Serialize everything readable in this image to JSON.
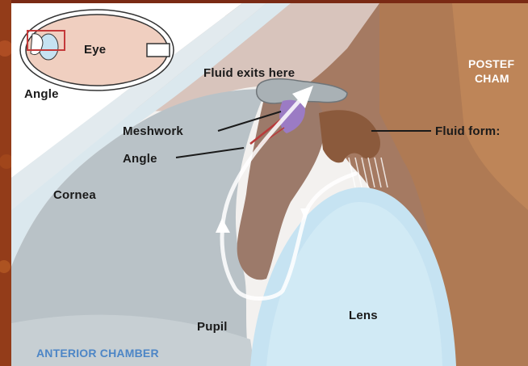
{
  "labels": {
    "eye": "Eye",
    "angle_inset": "Angle",
    "fluid_exits": "Fluid exits here",
    "posterior_line1": "POSTEF",
    "posterior_line2": "CHAM",
    "meshwork": "Meshwork",
    "angle": "Angle",
    "fluid_forms": "Fluid form:",
    "cornea": "Cornea",
    "lens": "Lens",
    "pupil": "Pupil",
    "anterior_chamber": "ANTERIOR CHAMBER"
  },
  "colors": {
    "background_frame": "#7a2a14",
    "sky": "#ffffff",
    "cornea": "#dbe8ee",
    "anterior_chamber": "#b9c2c7",
    "iris": "#9c7a6a",
    "ciliary_body": "#8b5a3c",
    "lens": "#c6e3f2",
    "meshwork": "#9b7bc4",
    "exit_canal": "#a9b1b5",
    "flow_arrow": "#ffffff",
    "label_blue": "#4d86c6"
  }
}
